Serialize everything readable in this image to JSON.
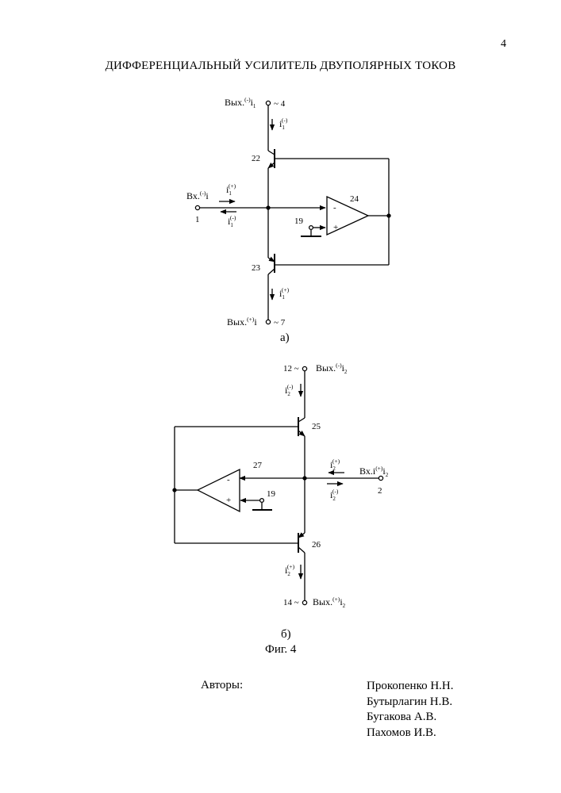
{
  "page_number": "4",
  "title": "ДИФФЕРЕНЦИАЛЬНЫЙ УСИЛИТЕЛЬ ДВУПОЛЯРНЫХ ТОКОВ",
  "figure": {
    "caption": "Фиг. 4",
    "diagram_a": {
      "sublabel": "а)",
      "out_top": {
        "base": "Вых.",
        "sup": "(-)",
        "var": "i",
        "sub": "1",
        "node": "4"
      },
      "out_bottom": {
        "base": "Вых.",
        "sup": "(+)",
        "var": "i",
        "node": "7"
      },
      "input": {
        "base": "Вх.",
        "sup": "(-)",
        "var": "i",
        "node": "1"
      },
      "current_top": {
        "var": "i",
        "sub": "1",
        "sup": "(-)"
      },
      "current_in_plus": {
        "var": "i",
        "sub": "1",
        "sup": "(+)"
      },
      "current_in_minus": {
        "var": "i",
        "sub": "1",
        "sup": "(-)"
      },
      "current_bottom": {
        "var": "i",
        "sub": "1",
        "sup": "(+)"
      },
      "transistor_top": "22",
      "transistor_bottom": "23",
      "opamp": "24",
      "ground_node": "19",
      "opamp_minus": "-",
      "opamp_plus": "+"
    },
    "diagram_b": {
      "sublabel": "б)",
      "out_top": {
        "node": "12",
        "base": "Вых.",
        "sup": "(-)",
        "var": "i",
        "sub": "2"
      },
      "out_bottom": {
        "node": "14",
        "base": "Вых.",
        "sup": "(+)",
        "var": "i",
        "sub": "2"
      },
      "input": {
        "base": "Вх.i",
        "sup": "(+)",
        "var": "i",
        "sub": "2",
        "node": "2"
      },
      "current_top": {
        "var": "i",
        "sub": "2",
        "sup": "(-)"
      },
      "current_in_plus": {
        "var": "i",
        "sub": "2",
        "sup": "(+)"
      },
      "current_in_minus": {
        "var": "i",
        "sub": "2",
        "sup": "(-)"
      },
      "current_bottom": {
        "var": "i",
        "sub": "2",
        "sup": "(+)"
      },
      "transistor_top": "25",
      "transistor_bottom": "26",
      "opamp": "27",
      "ground_node": "19",
      "opamp_minus": "-",
      "opamp_plus": "+"
    }
  },
  "authors_label": "Авторы:",
  "authors": [
    "Прокопенко Н.Н.",
    "Бутырлагин Н.В.",
    "Бугакова А.В.",
    "Пахомов И.В."
  ]
}
